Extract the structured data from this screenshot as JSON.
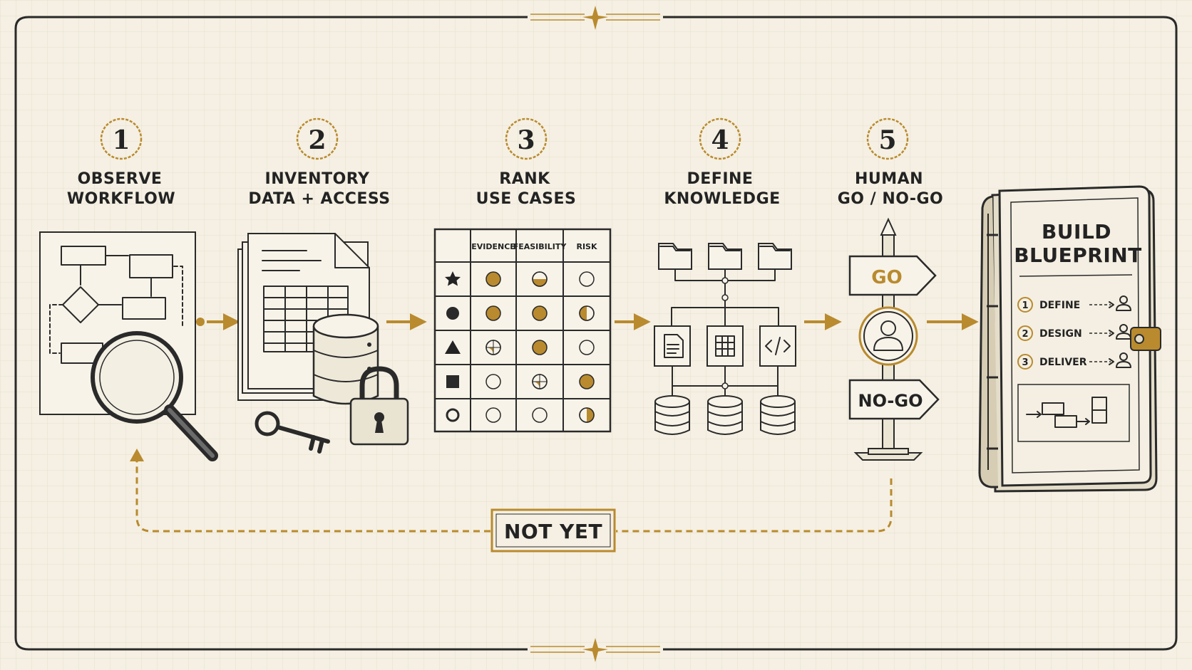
{
  "steps": [
    {
      "number": "1",
      "line1": "OBSERVE",
      "line2": "WORKFLOW"
    },
    {
      "number": "2",
      "line1": "INVENTORY",
      "line2": "DATA + ACCESS"
    },
    {
      "number": "3",
      "line1": "RANK",
      "line2": "USE CASES"
    },
    {
      "number": "4",
      "line1": "DEFINE",
      "line2": "KNOWLEDGE"
    },
    {
      "number": "5",
      "line1": "HUMAN",
      "line2": "GO / NO-GO"
    }
  ],
  "rank_table": {
    "headers": [
      "EVIDENCE",
      "FEASIBILITY",
      "RISK"
    ],
    "rows": [
      {
        "marker": "star-icon",
        "evidence": "full",
        "feasibility": "half-bottom",
        "risk": "empty"
      },
      {
        "marker": "dot-icon",
        "evidence": "full",
        "feasibility": "full",
        "risk": "half-left"
      },
      {
        "marker": "triangle-icon",
        "evidence": "quarter",
        "feasibility": "full",
        "risk": "empty"
      },
      {
        "marker": "square-icon",
        "evidence": "empty",
        "feasibility": "quarter",
        "risk": "full"
      },
      {
        "marker": "ring-icon",
        "evidence": "empty",
        "feasibility": "empty",
        "risk": "half-right"
      }
    ]
  },
  "signpost": {
    "go": "GO",
    "nogo": "NO-GO"
  },
  "loop_label": "NOT YET",
  "blueprint": {
    "title_line1": "BUILD",
    "title_line2": "BLUEPRINT",
    "items": [
      {
        "number": "1",
        "label": "DEFINE"
      },
      {
        "number": "2",
        "label": "DESIGN"
      },
      {
        "number": "3",
        "label": "DELIVER"
      }
    ]
  },
  "colors": {
    "accent": "#b98a2e",
    "ink": "#232323",
    "paper": "#f5f0e3"
  }
}
